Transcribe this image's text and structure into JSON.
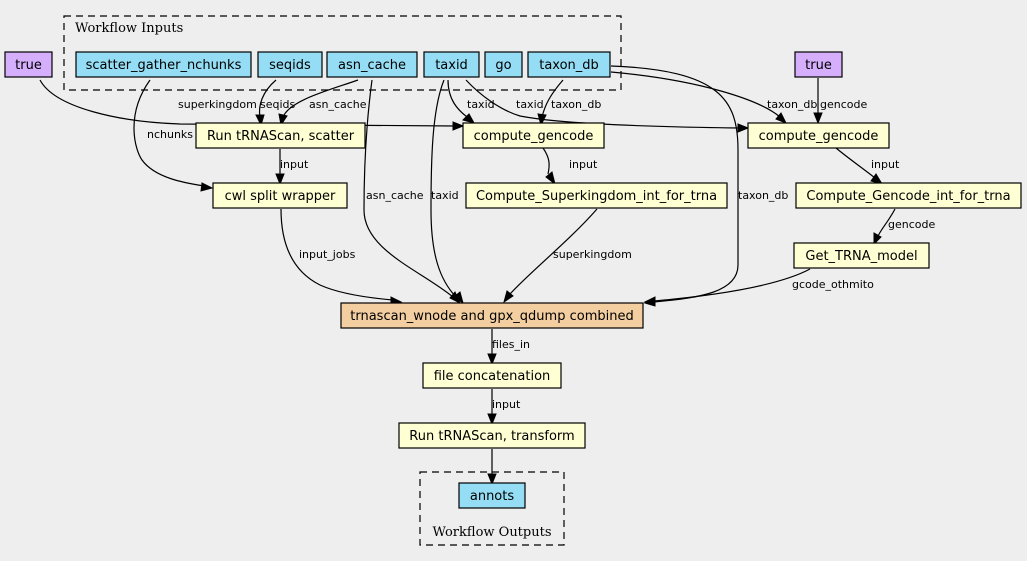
{
  "colors": {
    "background": "#eeeeee",
    "input": "#94ddf4",
    "step": "#ffffd4",
    "constant": "#d5aefc",
    "combined": "#f3cea1"
  },
  "clusters": {
    "inputs": {
      "label": "Workflow Inputs"
    },
    "outputs": {
      "label": "Workflow Outputs"
    }
  },
  "nodes": {
    "true_left": {
      "label": "true",
      "kind": "constant"
    },
    "scatter_gather_nchunks": {
      "label": "scatter_gather_nchunks",
      "kind": "input"
    },
    "seqids": {
      "label": "seqids",
      "kind": "input"
    },
    "asn_cache": {
      "label": "asn_cache",
      "kind": "input"
    },
    "taxid": {
      "label": "taxid",
      "kind": "input"
    },
    "go": {
      "label": "go",
      "kind": "input"
    },
    "taxon_db": {
      "label": "taxon_db",
      "kind": "input"
    },
    "true_right": {
      "label": "true",
      "kind": "constant"
    },
    "run_scatter": {
      "label": "Run tRNAScan, scatter",
      "kind": "step"
    },
    "compute_gencode_1": {
      "label": "compute_gencode",
      "kind": "step"
    },
    "compute_gencode_2": {
      "label": "compute_gencode",
      "kind": "step"
    },
    "cwl_split": {
      "label": "cwl split wrapper",
      "kind": "step"
    },
    "compute_superkingdom": {
      "label": "Compute_Superkingdom_int_for_trna",
      "kind": "step"
    },
    "compute_gencode_int": {
      "label": "Compute_Gencode_int_for_trna",
      "kind": "step"
    },
    "get_trna_model": {
      "label": "Get_TRNA_model",
      "kind": "step"
    },
    "combined": {
      "label": "trnascan_wnode and gpx_qdump combined",
      "kind": "combined"
    },
    "file_concat": {
      "label": "file concatenation",
      "kind": "step"
    },
    "run_transform": {
      "label": "Run tRNAScan, transform",
      "kind": "step"
    },
    "annots": {
      "label": "annots",
      "kind": "input"
    }
  },
  "edges": [
    {
      "id": "e_true_sk",
      "from": "true_left",
      "to": "compute_gencode_1",
      "label": "superkingdom"
    },
    {
      "id": "e_nchunks",
      "from": "scatter_gather_nchunks",
      "to": "cwl_split",
      "label": "nchunks"
    },
    {
      "id": "e_seqids",
      "from": "seqids",
      "to": "run_scatter",
      "label": "seqids"
    },
    {
      "id": "e_asn_scatter",
      "from": "asn_cache",
      "to": "run_scatter",
      "label": "asn_cache"
    },
    {
      "id": "e_asn_comb",
      "from": "asn_cache",
      "to": "combined",
      "label": "asn_cache"
    },
    {
      "id": "e_taxid_comb",
      "from": "taxid",
      "to": "combined",
      "label": "taxid"
    },
    {
      "id": "e_taxid_cg1",
      "from": "taxid",
      "to": "compute_gencode_1",
      "label": "taxid"
    },
    {
      "id": "e_taxid_cg2",
      "from": "taxid",
      "to": "compute_gencode_2",
      "label": "taxid"
    },
    {
      "id": "e_taxdb_cg1",
      "from": "taxon_db",
      "to": "compute_gencode_1",
      "label": "taxon_db"
    },
    {
      "id": "e_taxdb_cg2",
      "from": "taxon_db",
      "to": "compute_gencode_2",
      "label": "taxon_db"
    },
    {
      "id": "e_taxdb_comb",
      "from": "taxon_db",
      "to": "combined",
      "label": "taxon_db"
    },
    {
      "id": "e_true_gc",
      "from": "true_right",
      "to": "compute_gencode_2",
      "label": "gencode"
    },
    {
      "id": "e_scatter_split",
      "from": "run_scatter",
      "to": "cwl_split",
      "label": "input"
    },
    {
      "id": "e_cg1_sk",
      "from": "compute_gencode_1",
      "to": "compute_superkingdom",
      "label": "input"
    },
    {
      "id": "e_cg2_gci",
      "from": "compute_gencode_2",
      "to": "compute_gencode_int",
      "label": "input"
    },
    {
      "id": "e_gci_model",
      "from": "compute_gencode_int",
      "to": "get_trna_model",
      "label": "gencode"
    },
    {
      "id": "e_split_comb",
      "from": "cwl_split",
      "to": "combined",
      "label": "input_jobs"
    },
    {
      "id": "e_sk_comb",
      "from": "compute_superkingdom",
      "to": "combined",
      "label": "superkingdom"
    },
    {
      "id": "e_model_comb",
      "from": "get_trna_model",
      "to": "combined",
      "label": "gcode_othmito"
    },
    {
      "id": "e_comb_concat",
      "from": "combined",
      "to": "file_concat",
      "label": "files_in"
    },
    {
      "id": "e_concat_transform",
      "from": "file_concat",
      "to": "run_transform",
      "label": "input"
    },
    {
      "id": "e_transform_annots",
      "from": "run_transform",
      "to": "annots",
      "label": ""
    }
  ]
}
